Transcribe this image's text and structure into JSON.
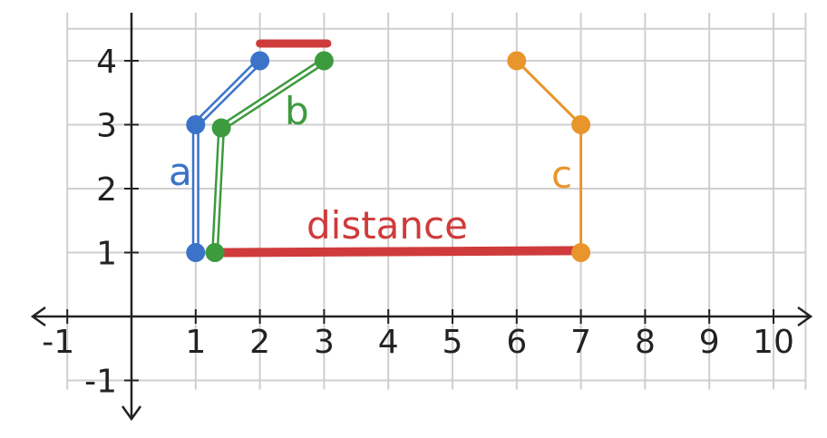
{
  "axes": {
    "x_ticks": [
      "-1",
      "1",
      "2",
      "3",
      "4",
      "5",
      "6",
      "7",
      "8",
      "9",
      "10"
    ],
    "y_ticks": [
      "4",
      "3",
      "2",
      "1",
      "-1"
    ],
    "x_range": [
      -1,
      10
    ],
    "y_range": [
      -1,
      4
    ]
  },
  "labels": {
    "a": "a",
    "b": "b",
    "c": "c",
    "distance": "distance"
  },
  "colors": {
    "a": "#3b73c8",
    "b": "#3d9a3d",
    "c": "#e8962c",
    "distance": "#cf3b3b",
    "axis": "#222222",
    "grid": "#cfcfcf"
  },
  "series": {
    "a": {
      "points": [
        [
          1,
          1
        ],
        [
          1,
          3
        ],
        [
          2,
          4
        ]
      ]
    },
    "b": {
      "points": [
        [
          1.3,
          1
        ],
        [
          1.4,
          2.95
        ],
        [
          3,
          4
        ]
      ]
    },
    "c": {
      "points": [
        [
          6,
          4
        ],
        [
          7,
          3
        ],
        [
          7,
          1
        ]
      ]
    }
  },
  "distance_bar": {
    "from": [
      1.45,
      1
    ],
    "to": [
      6.9,
      1.03
    ]
  },
  "top_bar": {
    "from": [
      2,
      4.27
    ],
    "to": [
      3.05,
      4.27
    ]
  }
}
